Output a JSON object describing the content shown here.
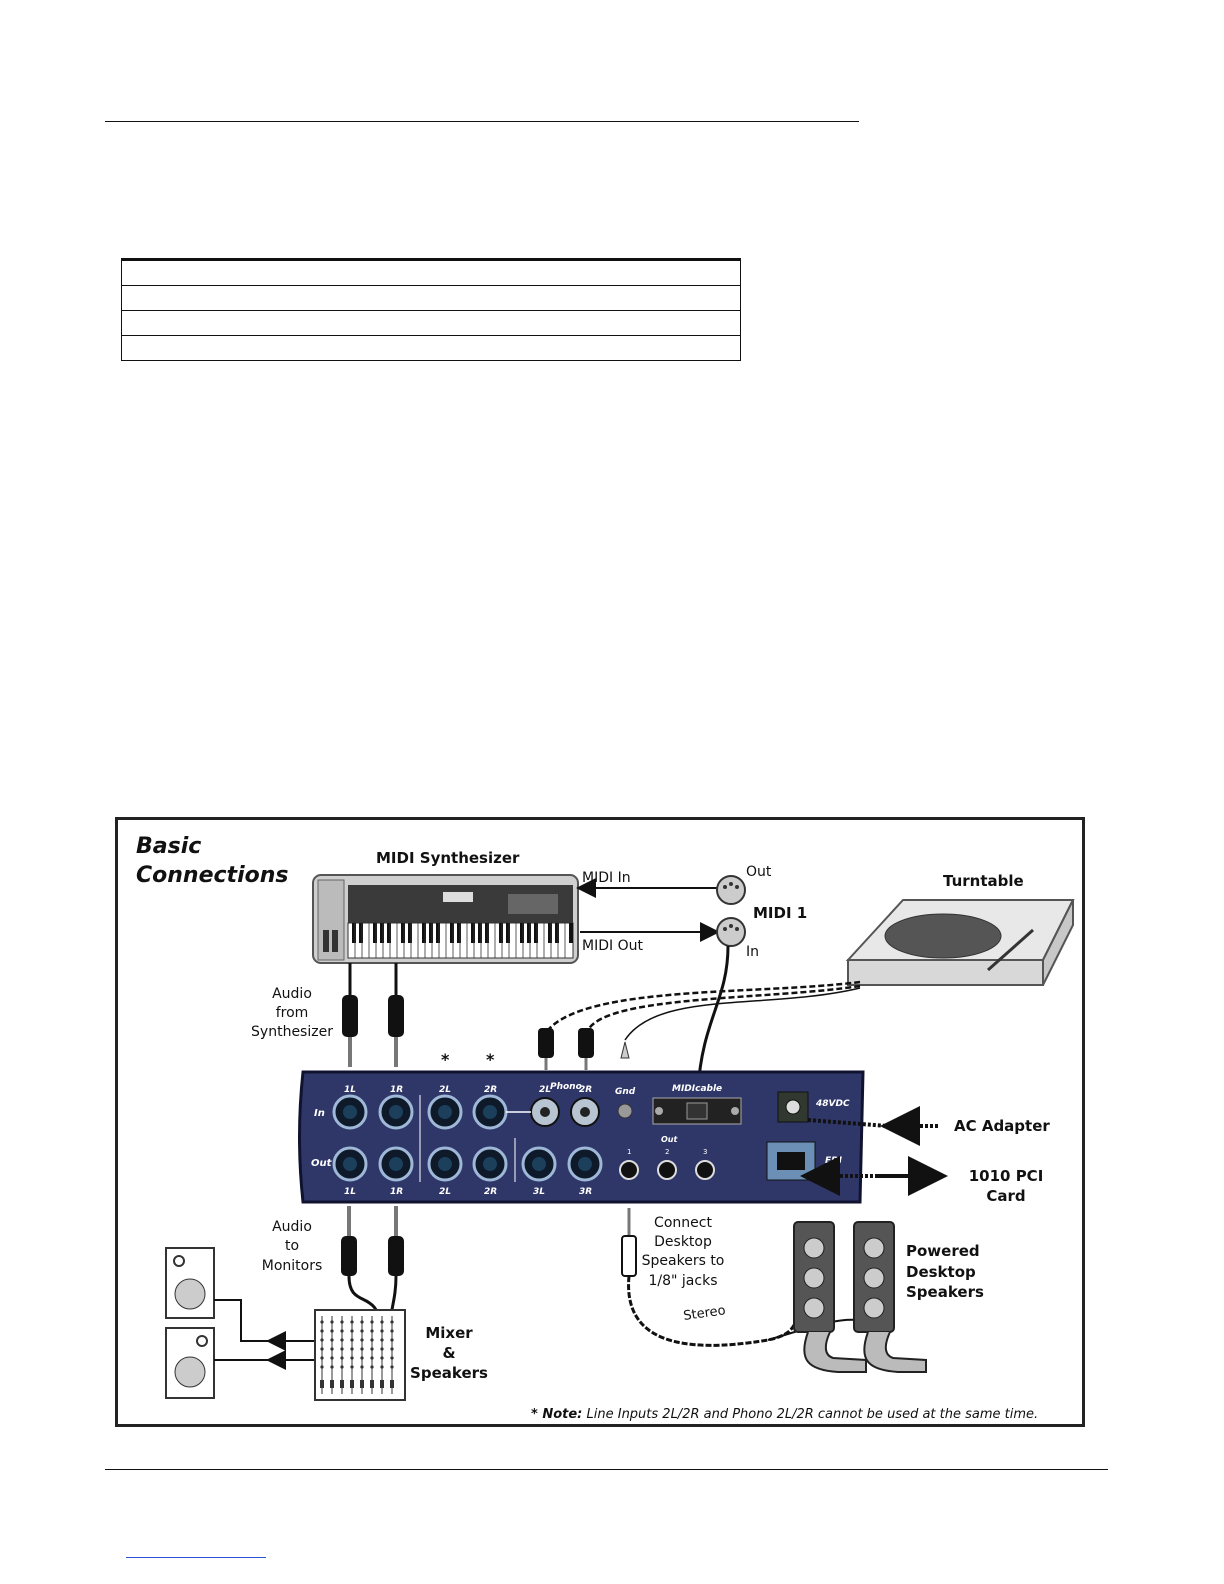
{
  "diagram": {
    "title_line1": "Basic",
    "title_line2": "Connections",
    "midi_synth": "MIDI Synthesizer",
    "midi_in": "MIDI In",
    "midi_out": "MIDI Out",
    "midi_port_out": "Out",
    "midi_port_in": "In",
    "midi1": "MIDI 1",
    "turntable": "Turntable",
    "audio_from_synth": [
      "Audio",
      "from",
      "Synthesizer"
    ],
    "audio_to_monitors": [
      "Audio",
      "to",
      "Monitors"
    ],
    "asterisk": "*",
    "panel": {
      "in_label": "In",
      "out_label": "Out",
      "in_jacks": [
        "1L",
        "1R",
        "2L",
        "2R",
        "2L",
        "2R"
      ],
      "out_jacks": [
        "1L",
        "1R",
        "2L",
        "2R",
        "3L",
        "3R"
      ],
      "phono": "Phono",
      "gnd": "Gnd",
      "midi_cable": "MIDIcable",
      "dc": "48VDC",
      "edi": "EDI",
      "mini_out_label": "Out",
      "mini_out_numbers": [
        "1",
        "2",
        "3"
      ]
    },
    "ac_adapter": "AC Adapter",
    "pci_card": [
      "1010 PCI",
      "Card"
    ],
    "connect_desktop": [
      "Connect",
      "Desktop",
      "Speakers to",
      "1/8\" jacks"
    ],
    "stereo": "Stereo",
    "powered_speakers": [
      "Powered",
      "Desktop",
      "Speakers"
    ],
    "mixer": [
      "Mixer",
      "&",
      "Speakers"
    ],
    "note_prefix": "* Note:",
    "note_text": " Line Inputs 2L/2R and Phono 2L/2R cannot be used at the same time."
  }
}
